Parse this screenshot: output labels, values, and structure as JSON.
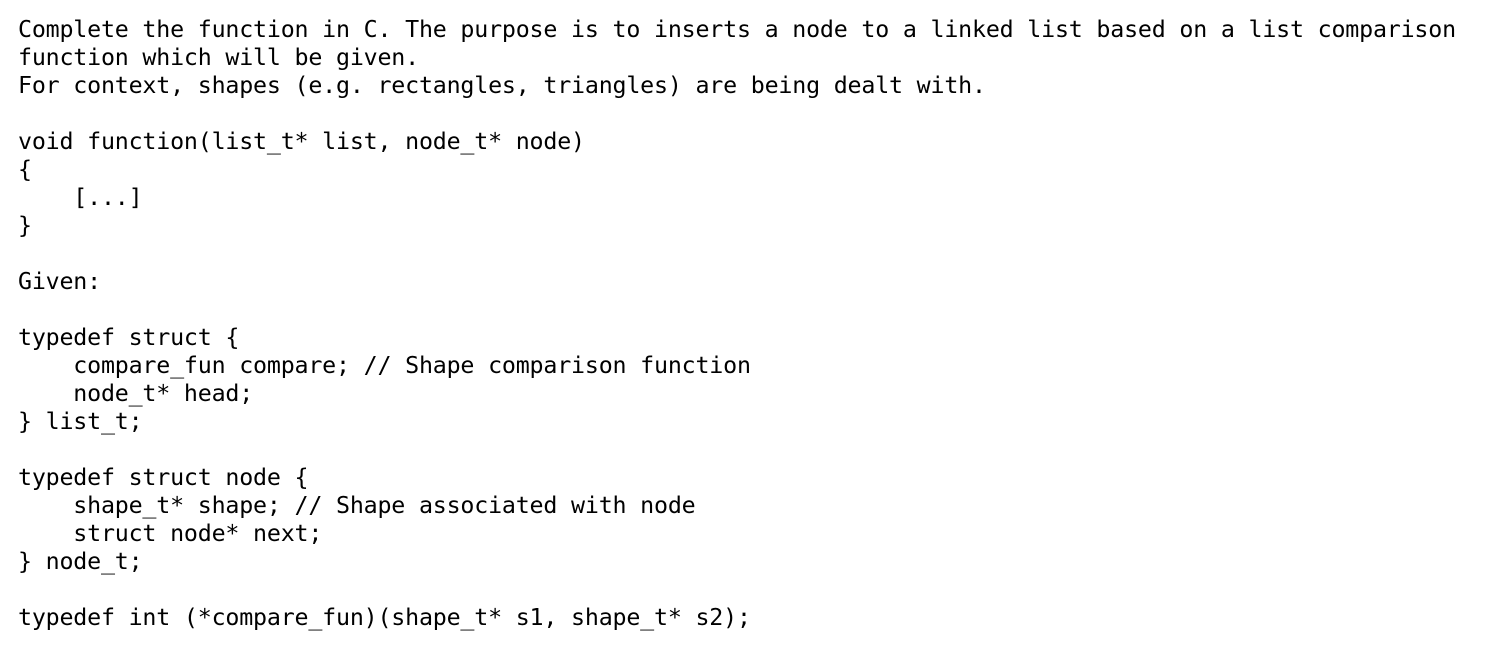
{
  "document": {
    "lines": [
      "Complete the function in C. The purpose is to inserts a node to a linked list based on a list comparison",
      "function which will be given.",
      "For context, shapes (e.g. rectangles, triangles) are being dealt with.",
      "",
      "void function(list_t* list, node_t* node)",
      "{",
      "    [...]",
      "}",
      "",
      "Given:",
      "",
      "typedef struct {",
      "    compare_fun compare; // Shape comparison function",
      "    node_t* head;",
      "} list_t;",
      "",
      "typedef struct node {",
      "    shape_t* shape; // Shape associated with node",
      "    struct node* next;",
      "} node_t;",
      "",
      "typedef int (*compare_fun)(shape_t* s1, shape_t* s2);"
    ]
  }
}
